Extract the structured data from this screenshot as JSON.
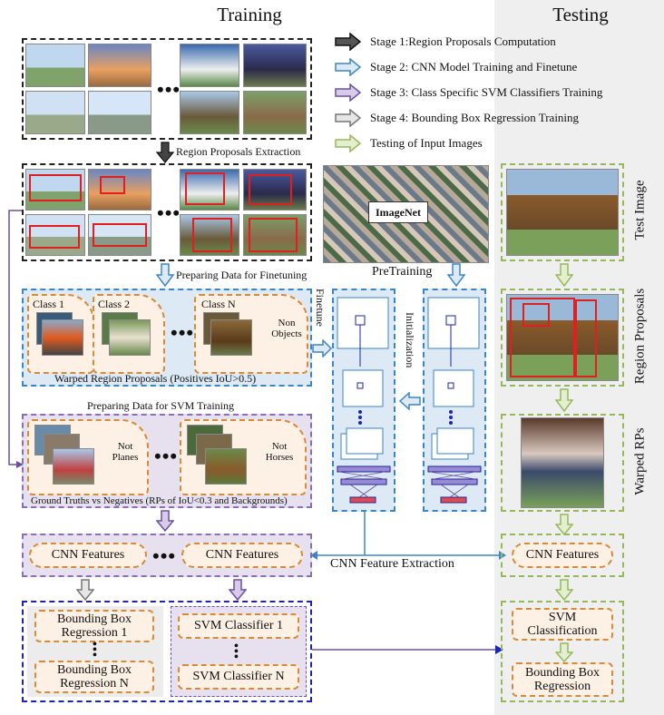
{
  "headers": {
    "training": "Training",
    "testing": "Testing"
  },
  "legend": [
    {
      "label": "Stage 1:Region Proposals Computation",
      "color": "#333333"
    },
    {
      "label": "Stage 2: CNN Model Training and Finetune",
      "color": "#6fa8dc"
    },
    {
      "label": "Stage 3: Class Specific SVM Classifiers Training",
      "color": "#8e7cc3"
    },
    {
      "label": "Stage 4: Bounding Box Regression Training",
      "color": "#999999"
    },
    {
      "label": "Testing of Input Images",
      "color": "#a9c97a"
    }
  ],
  "labels": {
    "region_proposals_extraction": "Region Proposals Extraction",
    "preparing_finetuning": "Preparing Data for Finetuning",
    "imagenet": "ImageNet",
    "pretraining": "PreTraining",
    "finetune": "Finetune",
    "initialization": "Initialization",
    "class1": "Class 1",
    "class2": "Class 2",
    "classN": "Class N",
    "non_objects": "Non Objects",
    "warped_proposals": "Warped Region Proposals (Positives IoU>0.5)",
    "preparing_svm": "Preparing Data for SVM Training",
    "not_planes": "Not Planes",
    "not_horses": "Not Horses",
    "ground_truths": "Ground Truths vs Negatives (RPs of IoU<0.3 and Backgrounds)",
    "cnn_features": "CNN Features",
    "cnn_feature_extraction": "CNN Feature Extraction",
    "bbox_reg_1": "Bounding Box Regression 1",
    "bbox_reg_n": "Bounding Box Regression N",
    "svm_1": "SVM Classifier 1",
    "svm_n": "SVM Classifier N",
    "svm_classification": "SVM Classification",
    "bbox_regression": "Bounding Box Regression",
    "ellipsis": "•••"
  },
  "side_labels": {
    "test_image": "Test Image",
    "region_proposals": "Region Proposals",
    "warped_rps": "Warped RPs"
  },
  "colors": {
    "stage1": "#222222",
    "stage2": "#3a86c7",
    "stage3": "#8a6fb3",
    "stage4": "#1b25b0",
    "testing": "#96b85a",
    "feature_box": "#d9893a",
    "proposal_box": "#e02020"
  }
}
